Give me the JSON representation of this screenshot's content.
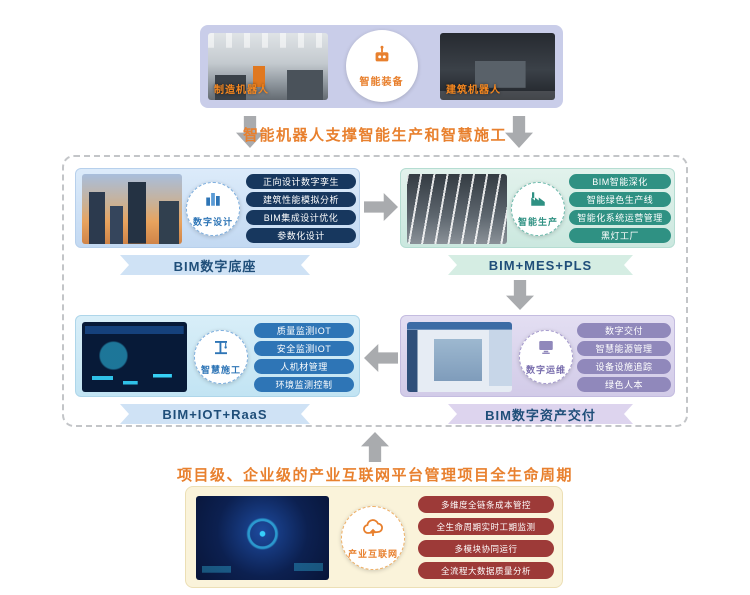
{
  "diagram": {
    "top_box": {
      "left_photo_label": "制造机器人",
      "right_photo_label": "建筑机器人",
      "center": {
        "label": "智能装备",
        "icon": "robot-equipment-icon"
      }
    },
    "headline_top": "智能机器人支撑智能生产和智慧施工",
    "panels": {
      "digital_design": {
        "title": "数字设计",
        "icon": "buildings-icon",
        "items": [
          "正向设计数字孪生",
          "建筑性能模拟分析",
          "BIM集成设计优化",
          "参数化设计"
        ],
        "ribbon": "BIM数字底座"
      },
      "smart_production": {
        "title": "智能生产",
        "icon": "factory-icon",
        "items": [
          "BIM智能深化",
          "智能绿色生产线",
          "智能化系统运营管理",
          "黑灯工厂"
        ],
        "ribbon": "BIM+MES+PLS"
      },
      "smart_construction": {
        "title": "智慧施工",
        "icon": "crane-icon",
        "items": [
          "质量监测IOT",
          "安全监测IOT",
          "人机材管理",
          "环境监测控制"
        ],
        "ribbon": "BIM+IOT+RaaS"
      },
      "digital_operations": {
        "title": "数字运维",
        "icon": "monitor-icon",
        "items": [
          "数字交付",
          "智慧能源管理",
          "设备设施追踪",
          "绿色人本"
        ],
        "ribbon": "BIM数字资产交付"
      }
    },
    "headline_bottom": "项目级、企业级的产业互联网平台管理项目全生命周期",
    "bottom_box": {
      "center": {
        "label": "产业互联网",
        "icon": "cloud-network-icon"
      },
      "items": [
        "多维度全链条成本管控",
        "全生命周期实时工期监测",
        "多模块协同运行",
        "全流程大数据质量分析"
      ]
    },
    "colors": {
      "accent_orange": "#e8802e",
      "navy_pill": "#17375e",
      "teal_pill": "#2f9183",
      "blue_pill": "#2e75b6",
      "purple_pill": "#9088bb",
      "red_pill": "#9d3a38",
      "ribbon_text": "#1f4e79",
      "arrow_gray": "#a9abae"
    }
  }
}
